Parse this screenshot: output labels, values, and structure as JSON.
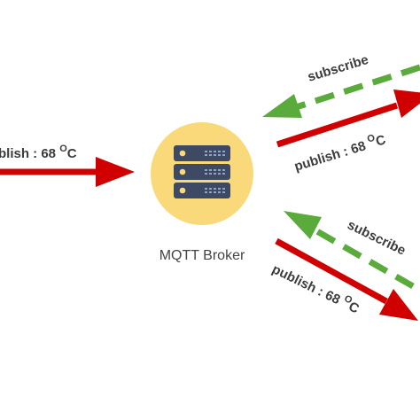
{
  "broker": {
    "label": "MQTT Broker",
    "icon": "server-rack-icon",
    "circle_color": "#FAD97A",
    "server_color": "#3E4A63"
  },
  "colors": {
    "publish_arrow": "#D00000",
    "subscribe_arrow": "#5BAA3C"
  },
  "left_client": {
    "publish_label": "blish : 68 ",
    "unit_sup": "O",
    "unit_c": "C"
  },
  "top_right_client": {
    "subscribe_label": "subscribe",
    "publish_label": "publish : 68 ",
    "unit_sup": "O",
    "unit_c": "C"
  },
  "bottom_right_client": {
    "subscribe_label": "subscribe",
    "publish_label": "publish : 68 ",
    "unit_sup": "O",
    "unit_c": "C"
  }
}
